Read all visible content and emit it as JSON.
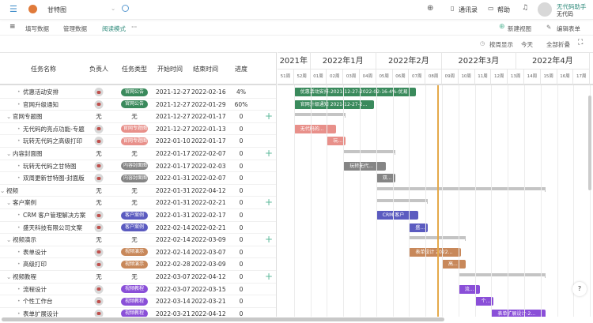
{
  "app": {
    "title": "甘特图",
    "user_name": "无代码助手",
    "user_org": "无代码",
    "contacts": "通讯录",
    "help": "帮助"
  },
  "toolbar": {
    "fill_data": "填写数据",
    "manage_data": "管理数据",
    "read_mode": "阅读模式",
    "more": "···",
    "new_view": "新建视图",
    "edit_form": "编辑表单"
  },
  "view_controls": {
    "by_week": "按周显示",
    "today": "今天",
    "collapse_all": "全部折叠"
  },
  "columns": [
    "任务名称",
    "负责人",
    "任务类型",
    "开始时间",
    "结束时间",
    "进度"
  ],
  "timeline": {
    "months": [
      "2021年",
      "2022年1月",
      "2022年2月",
      "2022年3月",
      "2022年4月"
    ],
    "weeks": [
      "51周",
      "52周",
      "01周",
      "02周",
      "03周",
      "04周",
      "05周",
      "06周",
      "07周",
      "08周",
      "09周",
      "10周",
      "11周",
      "12周",
      "13周",
      "14周",
      "15周",
      "16周",
      "17周"
    ],
    "today": "2022-02-26",
    "colors": {
      "today_line": "#e5a94a",
      "accent": "#5cb89a"
    }
  },
  "rows": [
    {
      "name": "优惠活动安排",
      "level": 1,
      "owner": "avatar",
      "type": "官网公告",
      "color": "#3a8a5c",
      "start": "2021-12-27",
      "end": "2022-02-16",
      "progress": "4%",
      "bar_label": "优惠活动安排-2021-12-27-2022-02-16-4%-优易"
    },
    {
      "name": "官网升级通知",
      "level": 1,
      "owner": "avatar",
      "type": "官网公告",
      "color": "#3a8a5c",
      "start": "2021-12-27",
      "end": "2022-01-29",
      "progress": "60%",
      "bar_label": "官网升级通知 2021-12-27-2..."
    },
    {
      "name": "官网专题图",
      "level": 0,
      "owner": "无",
      "type": "无",
      "start": "2021-12-27",
      "end": "2022-01-17",
      "progress": "0",
      "group": true
    },
    {
      "name": "无代码的亮点功能-专题",
      "level": 1,
      "owner": "avatar",
      "type": "官网专题图",
      "color": "#e8908a",
      "start": "2021-12-27",
      "end": "2022-01-13",
      "progress": "0",
      "bar_label": "无代码的..."
    },
    {
      "name": "玩转无代码之高级打印",
      "level": 1,
      "owner": "avatar",
      "type": "官网专题图",
      "color": "#e8908a",
      "start": "2022-01-10",
      "end": "2022-01-17",
      "progress": "0",
      "bar_label": "玩..."
    },
    {
      "name": "内容封面图",
      "level": 0,
      "owner": "无",
      "type": "无",
      "start": "2022-01-17",
      "end": "2022-02-07",
      "progress": "0",
      "group": true
    },
    {
      "name": "玩转无代码之甘特图",
      "level": 1,
      "owner": "avatar",
      "type": "内容封面图",
      "color": "#858585",
      "start": "2022-01-17",
      "end": "2022-02-03",
      "progress": "0",
      "bar_label": "玩转无代..."
    },
    {
      "name": "双周更新甘特图-封面版",
      "level": 1,
      "owner": "avatar",
      "type": "内容封面图",
      "color": "#858585",
      "start": "2022-01-31",
      "end": "2022-02-07",
      "progress": "0",
      "bar_label": "双..."
    },
    {
      "name": "视频",
      "level": -1,
      "owner": "无",
      "type": "无",
      "start": "2022-01-31",
      "end": "2022-04-12",
      "progress": "0",
      "group": true
    },
    {
      "name": "客户案例",
      "level": 0,
      "owner": "无",
      "type": "无",
      "start": "2022-01-31",
      "end": "2022-02-21",
      "progress": "0",
      "group": true
    },
    {
      "name": "CRM 客户管理解决方案",
      "level": 1,
      "owner": "avatar",
      "type": "客户案例",
      "color": "#5b5bc0",
      "start": "2022-01-31",
      "end": "2022-02-17",
      "progress": "0",
      "bar_label": "CRM 客户"
    },
    {
      "name": "盛天科技有限公司文案",
      "level": 1,
      "owner": "avatar",
      "type": "客户案例",
      "color": "#5b5bc0",
      "start": "2022-02-14",
      "end": "2022-02-21",
      "progress": "0",
      "bar_label": "盛..."
    },
    {
      "name": "视频演示",
      "level": 0,
      "owner": "无",
      "type": "无",
      "start": "2022-02-14",
      "end": "2022-03-09",
      "progress": "0",
      "group": true
    },
    {
      "name": "表单设计",
      "level": 1,
      "owner": "avatar",
      "type": "视频演示",
      "color": "#c8885a",
      "start": "2022-02-14",
      "end": "2022-03-07",
      "progress": "0",
      "bar_label": "表单设计 2022..."
    },
    {
      "name": "高级打印",
      "level": 1,
      "owner": "avatar",
      "type": "视频演示",
      "color": "#c8885a",
      "start": "2022-02-28",
      "end": "2022-03-09",
      "progress": "0",
      "bar_label": "高..."
    },
    {
      "name": "视频教程",
      "level": 0,
      "owner": "无",
      "type": "无",
      "start": "2022-03-07",
      "end": "2022-04-12",
      "progress": "0",
      "group": true
    },
    {
      "name": "流程设计",
      "level": 1,
      "owner": "avatar",
      "type": "视频教程",
      "color": "#8a4fd8",
      "start": "2022-03-07",
      "end": "2022-03-15",
      "progress": "0",
      "bar_label": "流..."
    },
    {
      "name": "个性工作台",
      "level": 1,
      "owner": "avatar",
      "type": "视频教程",
      "color": "#8a4fd8",
      "start": "2022-03-14",
      "end": "2022-03-21",
      "progress": "0",
      "bar_label": "个..."
    },
    {
      "name": "表单扩展设计",
      "level": 1,
      "owner": "avatar",
      "type": "视频教程",
      "color": "#8a4fd8",
      "start": "2022-03-21",
      "end": "2022-04-12",
      "progress": "0",
      "bar_label": "表单扩展设计-2..."
    }
  ]
}
